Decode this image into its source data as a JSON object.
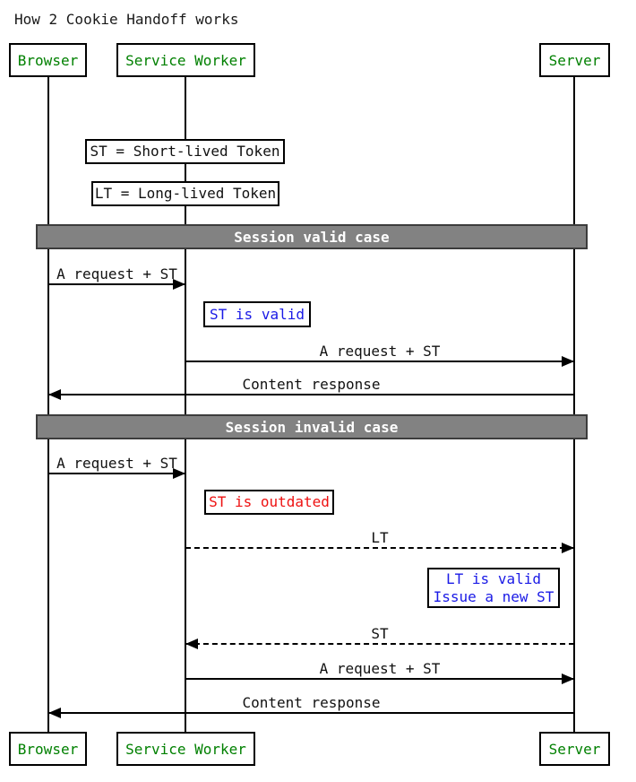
{
  "title": "How 2 Cookie Handoff works",
  "actors": [
    {
      "id": "browser",
      "label": "Browser"
    },
    {
      "id": "service-worker",
      "label": "Service Worker"
    },
    {
      "id": "server",
      "label": "Server"
    }
  ],
  "legend_notes": [
    "ST = Short-lived Token",
    "LT = Long-lived Token"
  ],
  "sections": [
    {
      "label": "Session valid case"
    },
    {
      "label": "Session invalid case"
    }
  ],
  "messages": [
    {
      "label": "A request + ST",
      "from": "Browser",
      "to": "Service Worker",
      "style": "solid"
    },
    {
      "label": "A request + ST",
      "from": "Service Worker",
      "to": "Server",
      "style": "solid"
    },
    {
      "label": "Content response",
      "from": "Server",
      "to": "Browser",
      "style": "solid"
    },
    {
      "label": "A request + ST",
      "from": "Browser",
      "to": "Service Worker",
      "style": "solid"
    },
    {
      "label": "LT",
      "from": "Service Worker",
      "to": "Server",
      "style": "dashed"
    },
    {
      "label": "ST",
      "from": "Server",
      "to": "Service Worker",
      "style": "dashed"
    },
    {
      "label": "A request + ST",
      "from": "Service Worker",
      "to": "Server",
      "style": "solid"
    },
    {
      "label": "Content response",
      "from": "Server",
      "to": "Browser",
      "style": "solid"
    }
  ],
  "state_notes": [
    {
      "lines": [
        "ST is valid"
      ],
      "tone": "info"
    },
    {
      "lines": [
        "ST is outdated"
      ],
      "tone": "error"
    },
    {
      "lines": [
        "LT is valid",
        "Issue a new ST"
      ],
      "tone": "info"
    }
  ],
  "colors": {
    "actor_text": "#008000",
    "note_blue": "#1a1ae6",
    "note_red": "#ee1111",
    "divider_bg": "#828282",
    "divider_border": "#3c3c3c",
    "divider_text": "#ffffff"
  }
}
